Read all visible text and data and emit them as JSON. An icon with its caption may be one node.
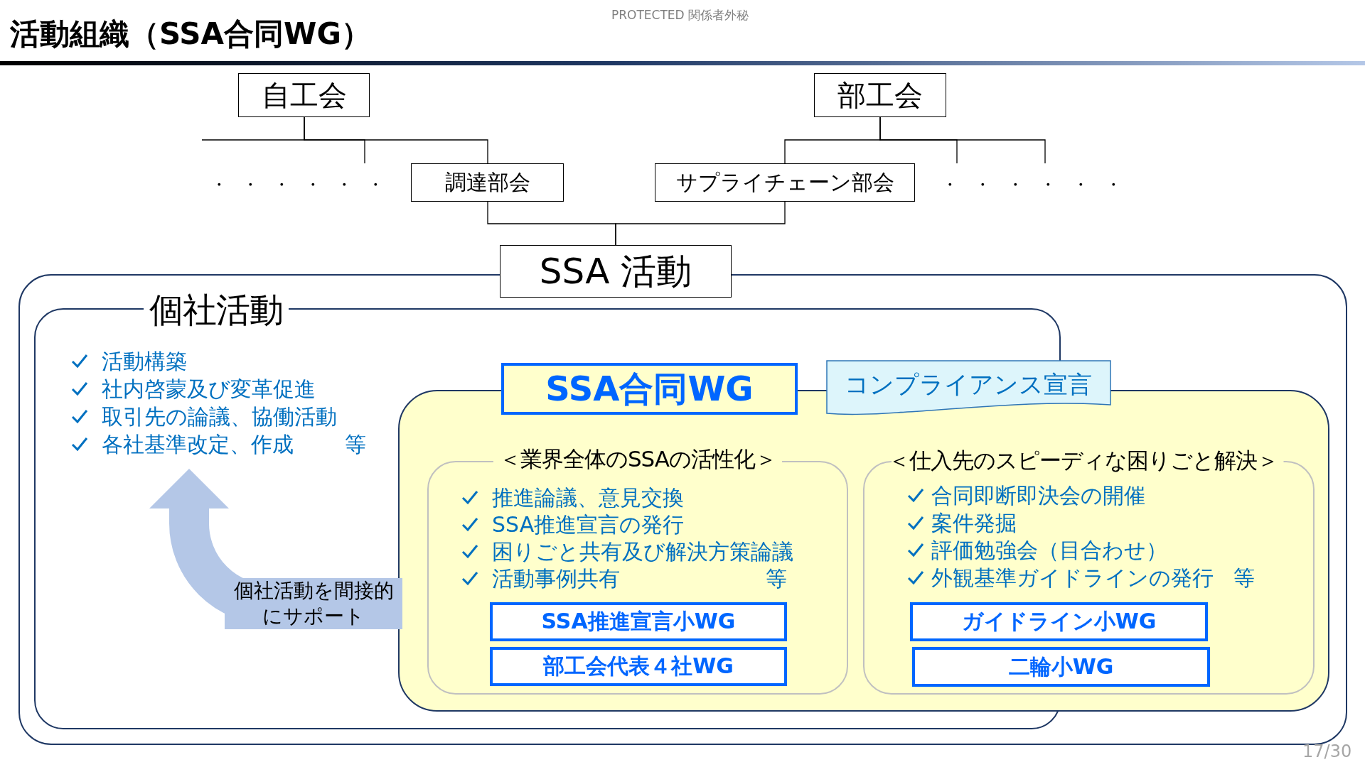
{
  "diagram": {
    "title": "活動組織（SSA合同WG）",
    "nodes": [
      {
        "text": [
          "自工会"
        ]
      },
      {
        "text": [
          "部工会"
        ]
      },
      {
        "text": [
          "調達部会"
        ]
      },
      {
        "text": [
          "サプライチェーン部会"
        ]
      },
      {
        "text": [
          "SSA 活動"
        ]
      },
      {
        "text": [
          "個社活動",
          "活動構築",
          "社内啓蒙及び変革促進",
          "取引先の論議、協働活動",
          "各社基準改定、作成 等"
        ]
      },
      {
        "text": [
          "SSA合同WG"
        ]
      },
      {
        "text": [
          "コンプライアンス宣言"
        ]
      },
      {
        "text": [
          "＜業界全体のSSAの活性化＞",
          "推進論議、意見交換",
          "SSA推進宣言の発行",
          "困りごと共有及び解決方策論議",
          "活動事例共有 等"
        ],
        "in": 6
      },
      {
        "text": [
          "SSA推進宣言小WG"
        ],
        "in": 8
      },
      {
        "text": [
          "部工会代表４社WG"
        ],
        "in": 8
      },
      {
        "text": [
          "＜仕入先のスピーディな困りごと解決＞",
          "合同即断即決会の開催",
          "案件発掘",
          "評価勉強会（目合わせ）",
          "外観基準ガイドラインの発行 等"
        ],
        "in": 6
      },
      {
        "text": [
          "ガイドライン小WG"
        ],
        "in": 11
      },
      {
        "text": [
          "二輪小WG"
        ],
        "in": 11
      }
    ],
    "edges": [
      {
        "from": 0,
        "to": 2,
        "arrow": "none"
      },
      {
        "from": 0,
        "to": null,
        "arrow": "none"
      },
      {
        "from": 0,
        "to": null,
        "arrow": "none"
      },
      {
        "from": 1,
        "to": 3,
        "arrow": "none"
      },
      {
        "from": 1,
        "to": null,
        "arrow": "none"
      },
      {
        "from": 1,
        "to": null,
        "arrow": "none"
      },
      {
        "from": 2,
        "to": 4,
        "arrow": "none"
      },
      {
        "from": 3,
        "to": 4,
        "arrow": "none"
      },
      {
        "from": 6,
        "to": 5,
        "arrow": "to",
        "label": "個社活動を間接的にサポート",
        "style": "thick",
        "color": "#b4c7e7"
      }
    ],
    "labels": [
      "PROTECTED 関係者外秘",
      "・・・・・・",
      "・・・・・・",
      "17/30"
    ]
  }
}
